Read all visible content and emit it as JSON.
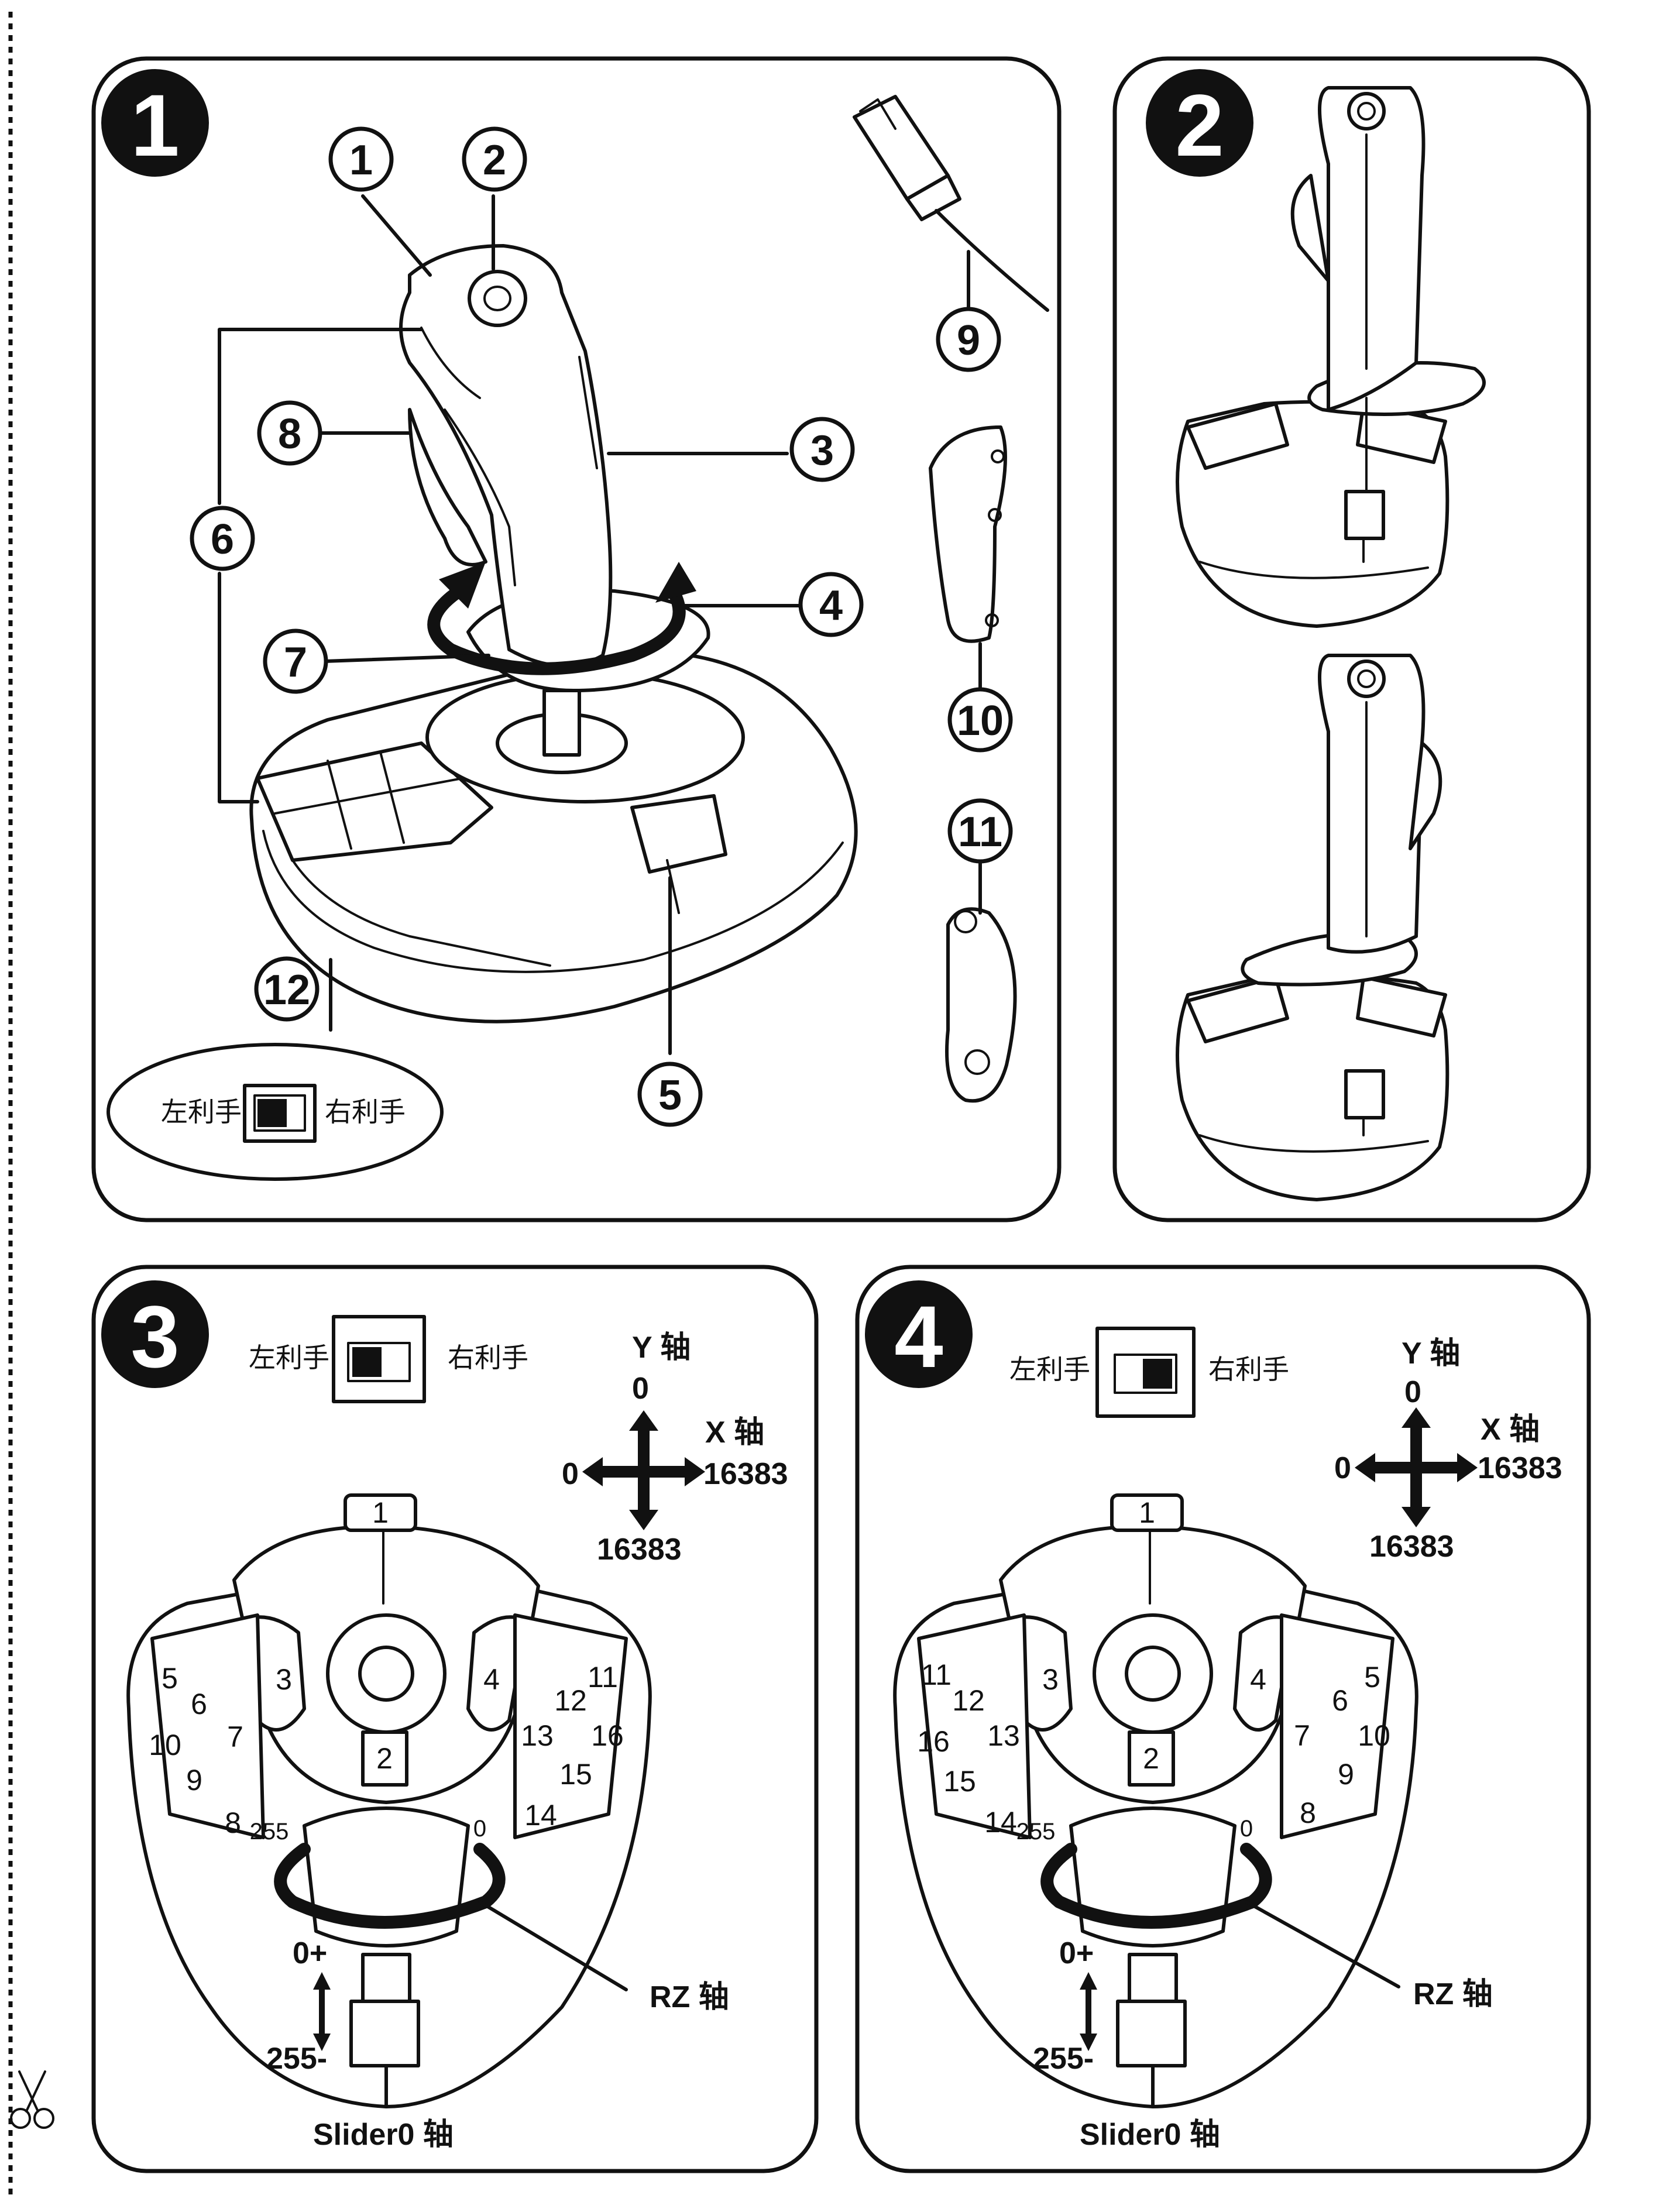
{
  "panels": [
    {
      "number": "1"
    },
    {
      "number": "2"
    },
    {
      "number": "3"
    },
    {
      "number": "4"
    }
  ],
  "callouts": [
    "1",
    "2",
    "3",
    "4",
    "5",
    "6",
    "7",
    "8",
    "9",
    "10",
    "11",
    "12"
  ],
  "switch": {
    "left_label": "左利手",
    "right_label": "右利手"
  },
  "axes": {
    "y_label": "Y 轴",
    "x_label": "X 轴",
    "rz_label": "RZ 轴",
    "slider_label": "Slider0 轴",
    "x_min": "0",
    "x_max": "16383",
    "y_min": "0",
    "y_max": "16383",
    "rz_left": "255",
    "rz_right": "0",
    "slider_top": "0+",
    "slider_bottom": "255-"
  },
  "panel3_buttons": {
    "top": "1",
    "trigger": "2",
    "left_thumb": "3",
    "right_thumb": "4",
    "left_group": [
      "5",
      "6",
      "10",
      "7",
      "9",
      "8"
    ],
    "right_group": [
      "12",
      "11",
      "13",
      "16",
      "15",
      "14"
    ]
  },
  "panel4_buttons": {
    "top": "1",
    "trigger": "2",
    "left_thumb": "3",
    "right_thumb": "4",
    "left_group": [
      "11",
      "12",
      "16",
      "13",
      "15",
      "14"
    ],
    "right_group": [
      "6",
      "5",
      "7",
      "10",
      "9",
      "8"
    ]
  },
  "colors": {
    "ink": "#111111",
    "paper": "#ffffff"
  },
  "icons": [
    "usb-connector-icon",
    "scissors-icon"
  ]
}
